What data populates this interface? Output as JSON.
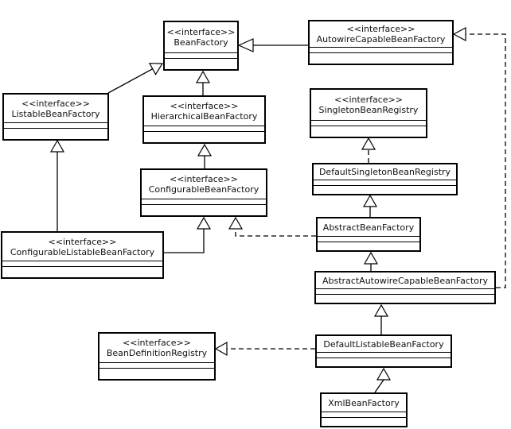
{
  "diagram": {
    "background_color": "#ffffff",
    "line_color": "#000000",
    "nodes": {
      "bean_factory": {
        "stereotype": "<<interface>>",
        "name": "BeanFactory",
        "kind": "interface"
      },
      "autowire_capable_bean_factory": {
        "stereotype": "<<interface>>",
        "name": "AutowireCapableBeanFactory",
        "kind": "interface"
      },
      "listable_bean_factory": {
        "stereotype": "<<interface>>",
        "name": "ListableBeanFactory",
        "kind": "interface"
      },
      "hierarchical_bean_factory": {
        "stereotype": "<<interface>>",
        "name": "HierarchicalBeanFactory",
        "kind": "interface"
      },
      "singleton_bean_registry": {
        "stereotype": "<<interface>>",
        "name": "SingletonBeanRegistry",
        "kind": "interface"
      },
      "configurable_bean_factory": {
        "stereotype": "<<interface>>",
        "name": "ConfigurableBeanFactory",
        "kind": "interface"
      },
      "default_singleton_bean_registry": {
        "name": "DefaultSingletonBeanRegistry",
        "kind": "class"
      },
      "configurable_listable_bean_factory": {
        "stereotype": "<<interface>>",
        "name": "ConfigurableListableBeanFactory",
        "kind": "interface"
      },
      "abstract_bean_factory": {
        "name": "AbstractBeanFactory",
        "kind": "class"
      },
      "abstract_autowire_capable_bean_factory": {
        "name": "AbstractAutowireCapableBeanFactory",
        "kind": "class"
      },
      "bean_definition_registry": {
        "stereotype": "<<interface>>",
        "name": "BeanDefinitionRegistry",
        "kind": "interface"
      },
      "default_listable_bean_factory": {
        "name": "DefaultListableBeanFactory",
        "kind": "class"
      },
      "xml_bean_factory": {
        "name": "XmlBeanFactory",
        "kind": "class"
      }
    },
    "relationships": [
      {
        "from": "HierarchicalBeanFactory",
        "to": "BeanFactory",
        "type": "generalization",
        "line": "solid"
      },
      {
        "from": "ListableBeanFactory",
        "to": "BeanFactory",
        "type": "generalization",
        "line": "solid"
      },
      {
        "from": "AutowireCapableBeanFactory",
        "to": "BeanFactory",
        "type": "generalization",
        "line": "solid"
      },
      {
        "from": "ConfigurableBeanFactory",
        "to": "HierarchicalBeanFactory",
        "type": "generalization",
        "line": "solid"
      },
      {
        "from": "ConfigurableListableBeanFactory",
        "to": "ListableBeanFactory",
        "type": "generalization",
        "line": "solid"
      },
      {
        "from": "ConfigurableListableBeanFactory",
        "to": "ConfigurableBeanFactory",
        "type": "generalization",
        "line": "solid"
      },
      {
        "from": "DefaultSingletonBeanRegistry",
        "to": "SingletonBeanRegistry",
        "type": "realization",
        "line": "dashed"
      },
      {
        "from": "AbstractBeanFactory",
        "to": "DefaultSingletonBeanRegistry",
        "type": "generalization",
        "line": "solid"
      },
      {
        "from": "AbstractBeanFactory",
        "to": "ConfigurableBeanFactory",
        "type": "realization",
        "line": "dashed"
      },
      {
        "from": "AbstractAutowireCapableBeanFactory",
        "to": "AbstractBeanFactory",
        "type": "generalization",
        "line": "solid"
      },
      {
        "from": "AbstractAutowireCapableBeanFactory",
        "to": "AutowireCapableBeanFactory",
        "type": "realization",
        "line": "dashed"
      },
      {
        "from": "DefaultListableBeanFactory",
        "to": "AbstractAutowireCapableBeanFactory",
        "type": "generalization",
        "line": "solid"
      },
      {
        "from": "DefaultListableBeanFactory",
        "to": "BeanDefinitionRegistry",
        "type": "realization",
        "line": "dashed"
      },
      {
        "from": "XmlBeanFactory",
        "to": "DefaultListableBeanFactory",
        "type": "generalization",
        "line": "solid"
      }
    ]
  }
}
